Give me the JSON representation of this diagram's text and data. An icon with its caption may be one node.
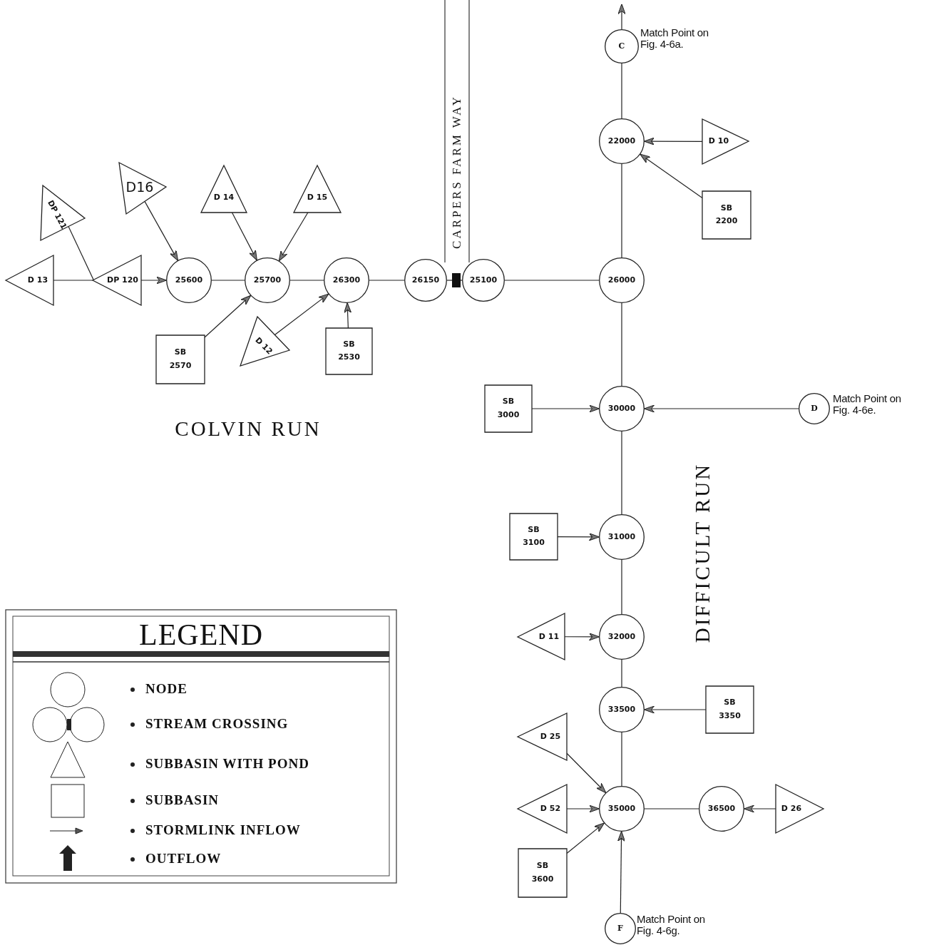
{
  "diagram": {
    "nodes": [
      {
        "text": [
          "D 13"
        ]
      },
      {
        "text": [
          "DP 121"
        ]
      },
      {
        "text": [
          "DP 120"
        ]
      },
      {
        "text": [
          "D16"
        ]
      },
      {
        "text": [
          "25600"
        ]
      },
      {
        "text": [
          "D 14"
        ]
      },
      {
        "text": [
          "D 15"
        ]
      },
      {
        "text": [
          "25700"
        ]
      },
      {
        "text": [
          "SB 2570"
        ]
      },
      {
        "text": [
          "D 12"
        ]
      },
      {
        "text": [
          "26300"
        ]
      },
      {
        "text": [
          "SB 2530"
        ]
      },
      {
        "text": [
          "26150"
        ]
      },
      {
        "text": [
          "25100"
        ]
      },
      {
        "text": [
          "C"
        ],
        "beside": [
          "Match Point on Fig. 4-6a."
        ]
      },
      {
        "text": [
          "22000"
        ]
      },
      {
        "text": [
          "D 10"
        ]
      },
      {
        "text": [
          "SB 2200"
        ]
      },
      {
        "text": [
          "26000"
        ]
      },
      {
        "text": [
          "SB 3000"
        ]
      },
      {
        "text": [
          "30000"
        ]
      },
      {
        "text": [
          "D"
        ],
        "beside": [
          "Match Point on Fig. 4-6e."
        ]
      },
      {
        "text": [
          "SB 3100"
        ]
      },
      {
        "text": [
          "31000"
        ]
      },
      {
        "text": [
          "D 11"
        ]
      },
      {
        "text": [
          "32000"
        ]
      },
      {
        "text": [
          "33500"
        ]
      },
      {
        "text": [
          "SB 3350"
        ]
      },
      {
        "text": [
          "D 25"
        ]
      },
      {
        "text": [
          "D 52"
        ]
      },
      {
        "text": [
          "35000"
        ]
      },
      {
        "text": [
          "SB 3600"
        ]
      },
      {
        "text": [
          "36500"
        ]
      },
      {
        "text": [
          "D 26"
        ]
      },
      {
        "text": [
          "F"
        ],
        "beside": [
          "Match Point on Fig. 4-6g."
        ]
      }
    ],
    "edges": [
      {
        "from": 0,
        "to": 2,
        "arrow": "none"
      },
      {
        "from": 1,
        "to": 2,
        "arrow": "none"
      },
      {
        "from": 2,
        "to": 4,
        "arrow": "to"
      },
      {
        "from": 3,
        "to": 4,
        "arrow": "to"
      },
      {
        "from": 4,
        "to": 7,
        "arrow": "none"
      },
      {
        "from": 5,
        "to": 7,
        "arrow": "to"
      },
      {
        "from": 6,
        "to": 7,
        "arrow": "to"
      },
      {
        "from": 8,
        "to": 7,
        "arrow": "to"
      },
      {
        "from": 7,
        "to": 10,
        "arrow": "none"
      },
      {
        "from": 9,
        "to": 10,
        "arrow": "to"
      },
      {
        "from": 11,
        "to": 10,
        "arrow": "to"
      },
      {
        "from": 10,
        "to": 12,
        "arrow": "none"
      },
      {
        "from": 12,
        "to": 13,
        "arrow": "none"
      },
      {
        "from": 13,
        "to": 18,
        "arrow": "none"
      },
      {
        "from": 18,
        "to": 15,
        "arrow": "none"
      },
      {
        "from": 15,
        "to": 14,
        "arrow": "none"
      },
      {
        "from": 14,
        "to": null,
        "arrow": "to"
      },
      {
        "from": 16,
        "to": 15,
        "arrow": "to"
      },
      {
        "from": 17,
        "to": 15,
        "arrow": "to"
      },
      {
        "from": 18,
        "to": 20,
        "arrow": "none"
      },
      {
        "from": 19,
        "to": 20,
        "arrow": "to"
      },
      {
        "from": 21,
        "to": 20,
        "arrow": "to"
      },
      {
        "from": 20,
        "to": 23,
        "arrow": "none"
      },
      {
        "from": 22,
        "to": 23,
        "arrow": "to"
      },
      {
        "from": 23,
        "to": 25,
        "arrow": "none"
      },
      {
        "from": 24,
        "to": 25,
        "arrow": "to"
      },
      {
        "from": 25,
        "to": 26,
        "arrow": "none"
      },
      {
        "from": 27,
        "to": 26,
        "arrow": "to"
      },
      {
        "from": 26,
        "to": 30,
        "arrow": "none"
      },
      {
        "from": 28,
        "to": 30,
        "arrow": "to"
      },
      {
        "from": 29,
        "to": 30,
        "arrow": "to"
      },
      {
        "from": 31,
        "to": 30,
        "arrow": "to"
      },
      {
        "from": 34,
        "to": 30,
        "arrow": "to"
      },
      {
        "from": 32,
        "to": 30,
        "arrow": "none"
      },
      {
        "from": 33,
        "to": 32,
        "arrow": "to"
      }
    ],
    "labels": [
      "CARPERS FARM WAY",
      "COLVIN RUN",
      "DIFFICULT RUN",
      "LEGEND"
    ],
    "legend": [
      {
        "text": "NODE"
      },
      {
        "text": "STREAM CROSSING"
      },
      {
        "text": "SUBBASIN WITH POND"
      },
      {
        "text": "SUBBASIN"
      },
      {
        "text": "STORMLINK INFLOW"
      },
      {
        "text": "OUTFLOW"
      }
    ]
  }
}
